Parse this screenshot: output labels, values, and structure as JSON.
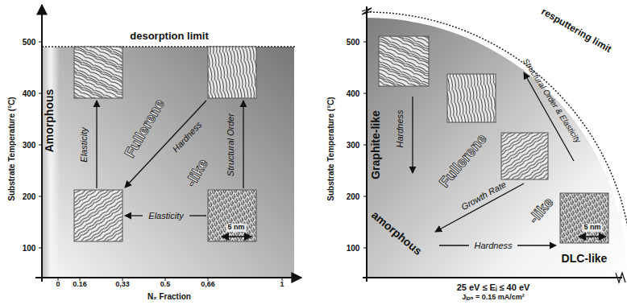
{
  "diagram": {
    "labels": [
      "desorption limit",
      "Substrate Temperature (°C)",
      "500",
      "400",
      "300",
      "200",
      "100",
      "Amorphous",
      "Fullerene",
      "-like",
      "Elasticity",
      "Hardness",
      "Structural Order",
      "Elasticity",
      "5 nm",
      "0",
      "0.16",
      "0,33",
      "0.5",
      "0,66",
      "1",
      "N₂ Fraction",
      "resputtering limit",
      "Substrate Temperature (°C)",
      "500",
      "400",
      "300",
      "200",
      "100",
      "Graphite-like",
      "Hardness",
      "Fullerene",
      "-like",
      "Structural Order & Elasticity",
      "Growth Rate",
      "amorphous",
      "Hardness",
      "DLC-like",
      "5 nm",
      "25 eV  ≤  Eᵢ  ≤  40 eV",
      "Jᵢₒₙ = 0.15 mA/cm²"
    ]
  }
}
